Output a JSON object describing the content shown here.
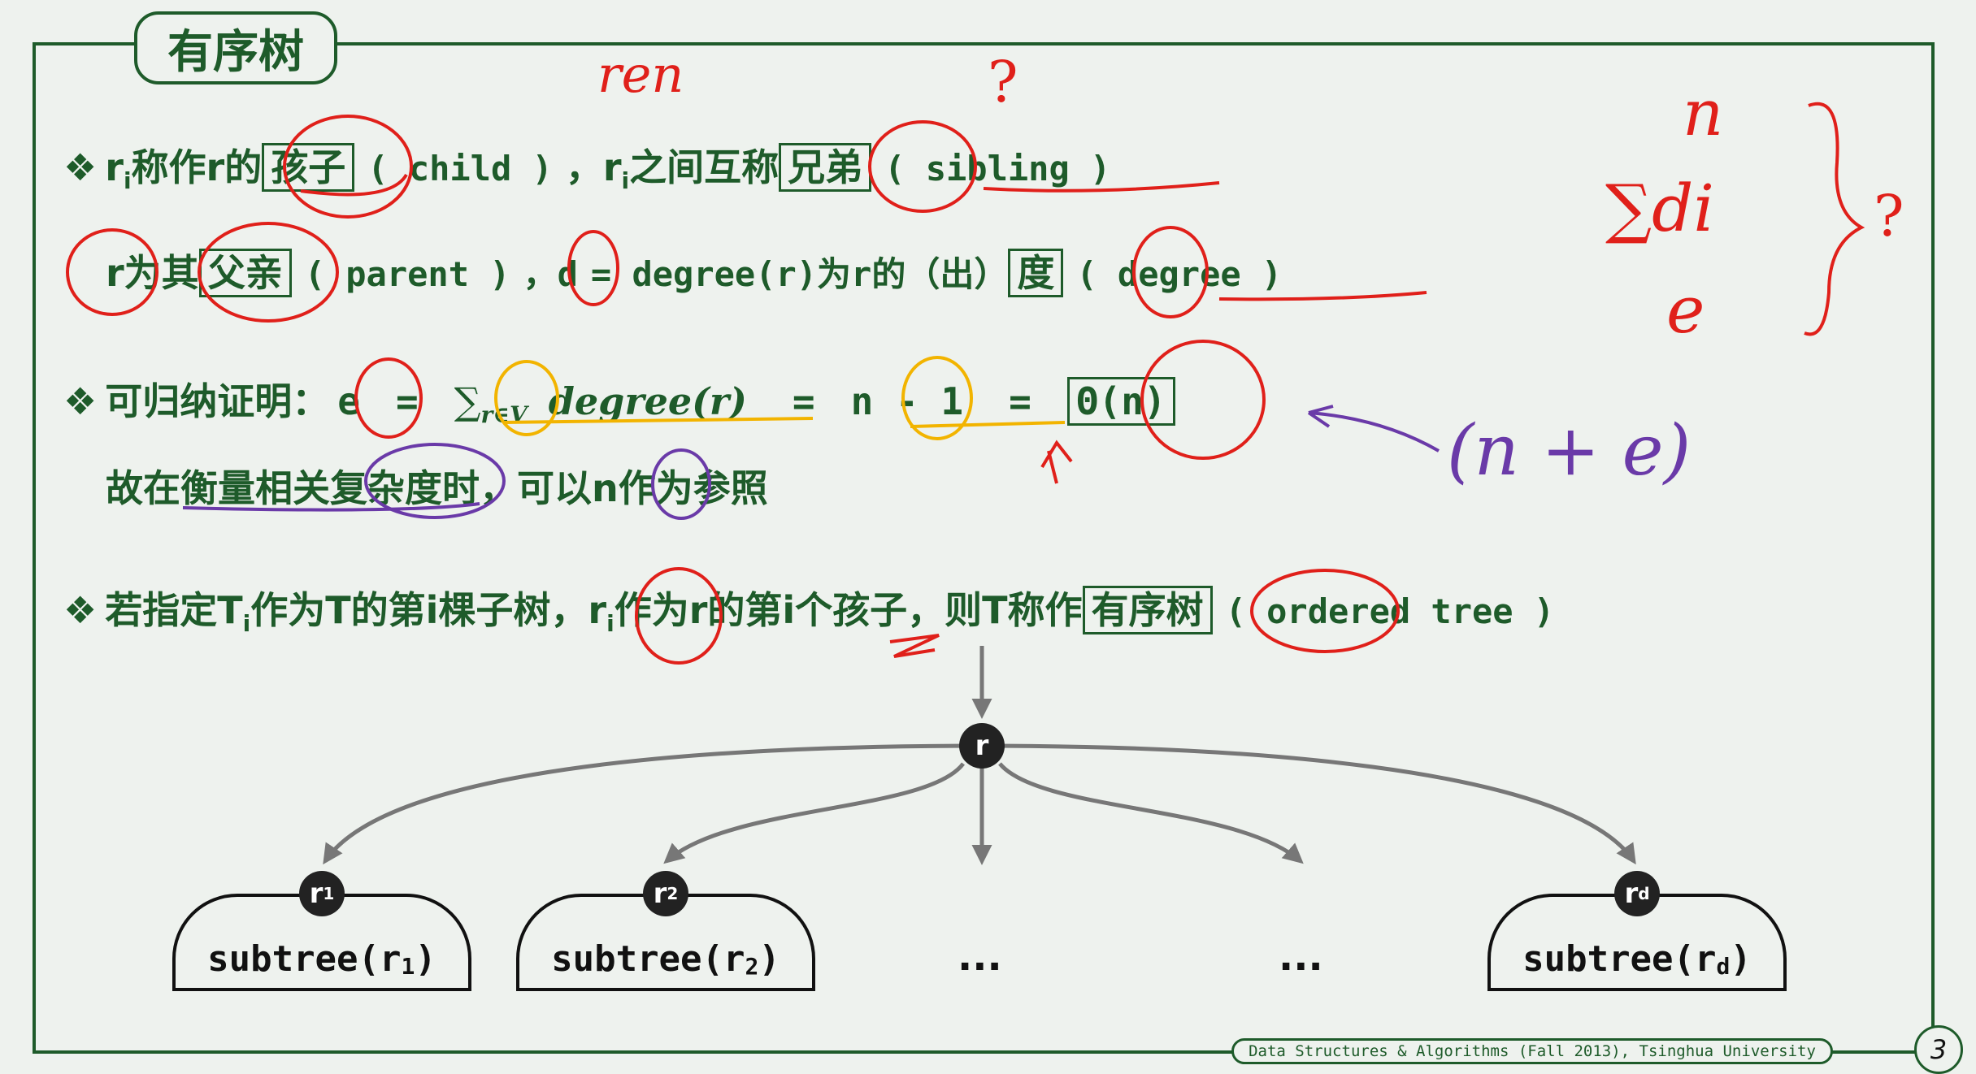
{
  "slide": {
    "title": "有序树",
    "lines": {
      "l1": {
        "a": "r",
        "a_sub": "i",
        "b": "称作r的",
        "child_zh": "孩子",
        "child_en": "( child )",
        "c": "，r",
        "c_sub": "i",
        "d": "之间互称",
        "sib_zh": "兄弟",
        "sib_en": "( sibling )"
      },
      "l2": {
        "a": "r为其",
        "parent_zh": "父亲",
        "parent_en": "( parent )",
        "b": "，d",
        "c": "= degree(r)为r的（出）",
        "deg_zh": "度",
        "deg_en": "( degree )"
      },
      "l3": {
        "a": "可归纳证明：",
        "e": "e",
        "eq1": "=",
        "sum": "∑",
        "sum_sub": "r∈V",
        "deg": "degree(r)",
        "eq2": "=",
        "n1": "n - 1",
        "eq3": "=",
        "theta": "Θ(n)"
      },
      "l4": {
        "text": "故在衡量相关复杂度时，可以n作为参照"
      },
      "l5": {
        "a": "若指定T",
        "a_sub": "i",
        "b": "作为T的第i棵子树，r",
        "b_sub": "i",
        "c": "作为r的第i个孩子，则T称作",
        "ordered_zh": "有序树",
        "ordered_en": "( ordered tree )"
      }
    },
    "bullet_glyph": "❖"
  },
  "tree": {
    "root": "r",
    "children": [
      {
        "node": "r",
        "node_sub": "1",
        "subtree": "subtree(r",
        "sub": "1",
        "close": ")"
      },
      {
        "node": "r",
        "node_sub": "2",
        "subtree": "subtree(r",
        "sub": "2",
        "close": ")"
      },
      {
        "node": "r",
        "node_sub": "d",
        "subtree": "subtree(r",
        "sub": "d",
        "close": ")"
      }
    ],
    "ellipsis": "..."
  },
  "annotations": {
    "ren": "ren",
    "q1": "?",
    "n_top": "n",
    "sigma_di": "∑di",
    "e_right": "e",
    "q2": "?",
    "n_plus_e": "(n + e)"
  },
  "footer": {
    "course": "Data Structures & Algorithms (Fall 2013), Tsinghua University",
    "page": "3"
  },
  "colors": {
    "green": "#1e5b2a",
    "red": "#e0201a",
    "purple": "#6a3aa8",
    "yellow": "#f2b400",
    "background": "#eef2ee"
  }
}
